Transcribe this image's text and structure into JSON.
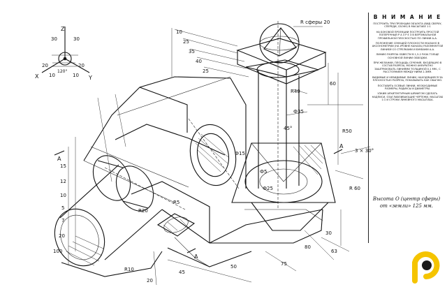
{
  "axes": {
    "z_label": "Z",
    "x_label": "X",
    "y_label": "Y",
    "tick_left": "30",
    "tick_right": "30",
    "tick_mid_left": "20",
    "tick_mid_right": "20",
    "tick_lower_left": "10",
    "tick_lower_right": "10",
    "angle": "120°"
  },
  "dimensions": {
    "sphere": "R сферы 20",
    "d10": "10",
    "d25": "25",
    "d35": "35",
    "d40": "40",
    "d25b": "25",
    "d60": "60",
    "r40": "R40",
    "phi35": "Ф35",
    "r50": "R50",
    "phi15": "Ф15",
    "phi25": "Ф25",
    "phi5": "Ф5",
    "a45": "45°",
    "a30": "3 × 30°",
    "r60": "R 60",
    "r20": "R20",
    "r10": "R10",
    "r5": "R5",
    "b20": "20",
    "b45": "45",
    "b50": "50",
    "b75": "75",
    "b80": "80",
    "b30": "30",
    "b63": "63",
    "s15": "15",
    "s12": "12",
    "s10": "10",
    "s5": "5",
    "s7": "7",
    "s20": "20",
    "s100": "100",
    "aa1": "A",
    "aa2": "A",
    "aa3": "A"
  },
  "notes": {
    "title": "В Н И М А Н И Е",
    "items": [
      "ПОСТРОИТЬ ТРИ ПРОЕКЦИИ ОБЪЕКТА (ВИД СВЕРХУ, СПЕРЕДИ, СБОКУ) В МАСШТАБЕ 1:1",
      "НА БОКОВОЙ ПРОЕКЦИИ ПОСТРОИТЬ ПРОСТОЙ ПОПЕРЕЧНЫЙ Р А З Р Е З В ВЕРТИКАЛЬНОЙ ПРОФИЛЬНОЙ ПЛОСКОСТЬЮ ПО ЛИНИИ А-А.",
      "ПОЛОЖЕНИЕ СЕКУЩЕЙ ПЛОСКОСТИ УКАЗАНО В АКСОНОМЕТРИИ (НА УРОВНЕ КАНАЛА) РАЗОМКНУТОЙ ЛИНИЕЙ СО СТРЕЛКАМИ И БУКВАМИ А-А.",
      "ЛИНИЮ РАЗРЕЗА ОБВЕСТИ В 1,5-2 РАЗА ТОЛЩЕ ОСНОВНОЙ ЛИНИИ ОБВОДКИ.",
      "ПРИ ЖЕЛАНИИ, ПЛОЩАДЬ СЕЧЕНИЯ, ВХОДЯЩУЮ В СОСТАВ РАЗРЕЗА, МОЖНО АККУРАТНО ЗАШТРИХОВАТЬ ЛИНИЯМИ ТОЛЩИНОЙ 0,1 ММ., С РАССТОЯНИЕМ МЕЖДУ НИМИ 2-3ММ.",
      "ВИДИМЫЕ И НЕВИДИМЫЕ ЛИНИИ, НАХОДЯЩИЕСЯ ЗА ПЛОСКОСТЬЮ РАЗРЕЗА, ПОКАЗЫВАТЬ КАК ОБЫЧНО.",
      "ПОСТАВИТЬ ОСЕВЫЕ ЛИНИИ, НЕОБХОДИМЫЕ РАЗМЕРЫ, РАДИУСЫ И ДИАМЕТРЫ.",
      "УЗКИМ АРХИТЕКТУРНЫМ ШРИФТОМ СДЕЛАТЬ НАДПИСИ, ОЗАГЛАВЛИВАЮЩИЕ ЧЕРТЕЖИ, МАСШТАБ 1:1 И СТРОКИ ЛИНЕЙНОГО МАСШТАБА."
    ],
    "handwritten_1": "Высота О (центр сферы)",
    "handwritten_2": "от «земли» 125 мм."
  },
  "colors": {
    "ink": "#111111",
    "logo_yellow": "#f5c400",
    "logo_dark": "#1a1a1a"
  },
  "logo": {
    "icon": "brand-logo"
  }
}
